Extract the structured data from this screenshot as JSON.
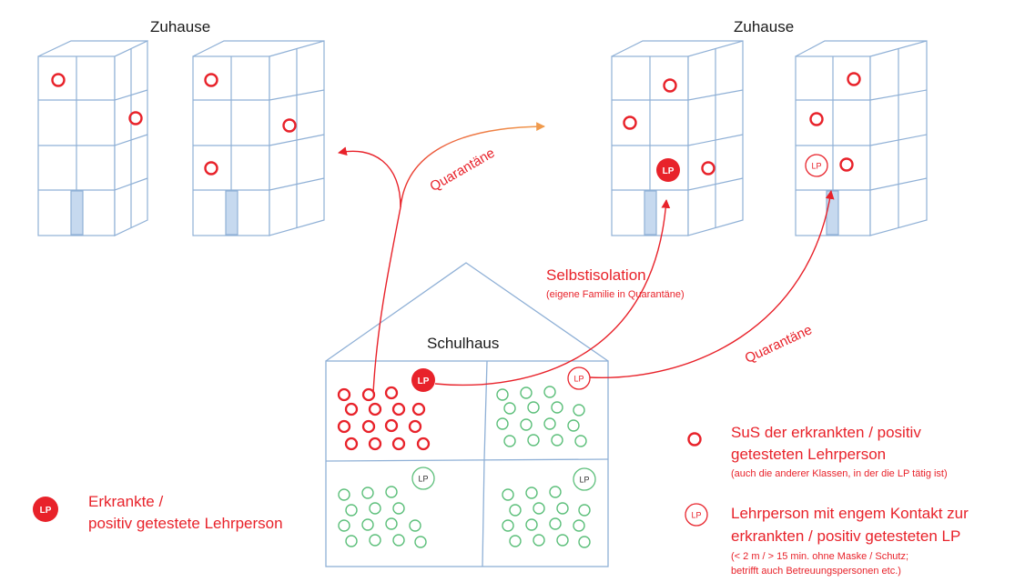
{
  "labels": {
    "home_left": "Zuhause",
    "home_right": "Zuhause",
    "school": "Schulhaus",
    "quarantine_upper": "Quarantäne",
    "quarantine_lower": "Quarantäne",
    "self_isolation": "Selbstisolation",
    "self_isolation_note": "(eigene Familie in Quarantäne)",
    "lp": "LP"
  },
  "legend": {
    "sick_teacher": [
      "Erkrankte /",
      "positiv getestete Lehrperson"
    ],
    "students": [
      "SuS der erkrankten / positiv",
      "getesteten Lehrperson"
    ],
    "students_note": "(auch die anderer Klassen, in der die LP tätig ist)",
    "contact_teacher": [
      "Lehrperson mit engem Kontakt zur",
      "erkrankten / positiv getesteten LP"
    ],
    "contact_note": [
      "(< 2 m / > 15 min. ohne Maske / Schutz;",
      "betrifft auch Betreuungspersonen etc.)"
    ]
  },
  "colors": {
    "red": "#e8222a",
    "green": "#5cbf7a",
    "building_line": "#8fb0d6",
    "door": "#c6d9ef",
    "orange": "#f09a4c"
  }
}
